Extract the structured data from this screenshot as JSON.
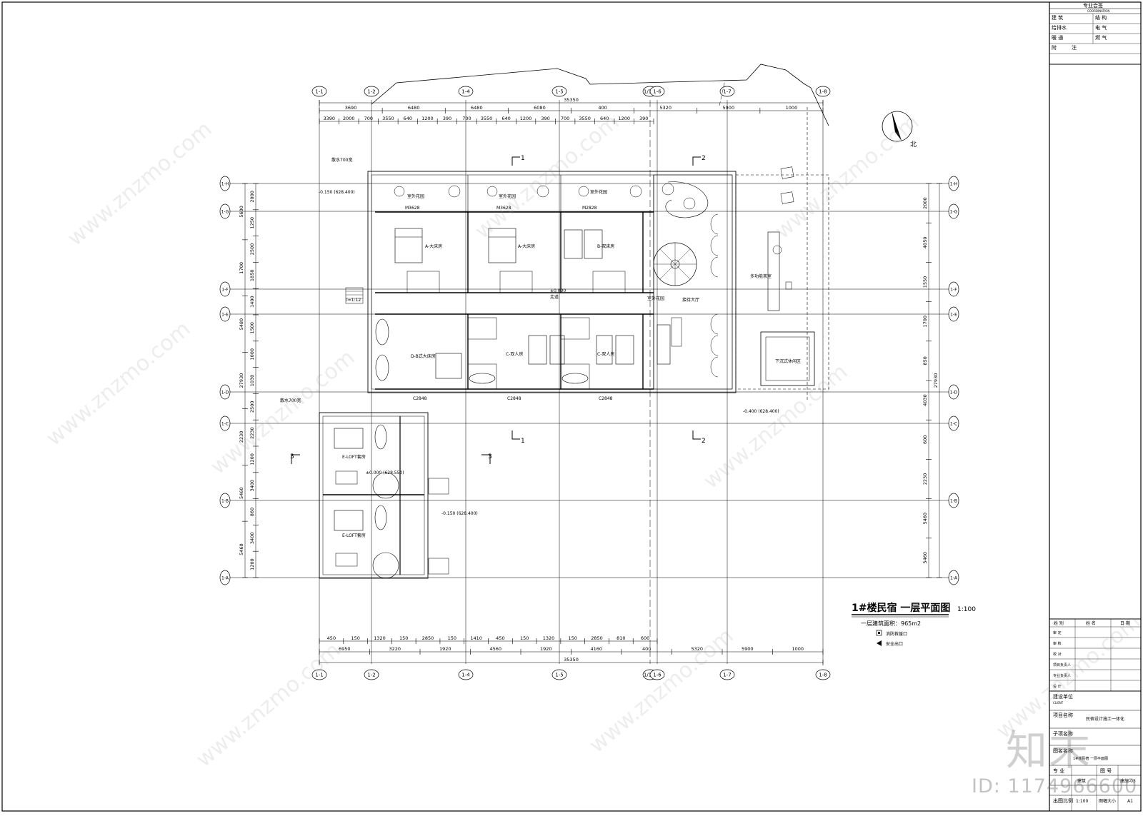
{
  "drawing": {
    "title": "1#楼民宿  一层平面图",
    "scale": "1:100",
    "area_label": "一层建筑面积：965m2",
    "legend": [
      {
        "icon": "fire-hydrant-icon",
        "label": "消防救援口"
      },
      {
        "icon": "exit-arrow-icon",
        "label": "安全出口"
      }
    ],
    "north_label": "北"
  },
  "axes": {
    "columns": [
      "1-1",
      "1-2",
      "1-4",
      "1-5",
      "1/1-6",
      "1-6",
      "1-7",
      "1-8"
    ],
    "rows": [
      "1-H",
      "1-G",
      "1-F",
      "1-E",
      "1-D",
      "1-C",
      "1-B",
      "1-A"
    ]
  },
  "dims": {
    "top_total": "35350",
    "top_row1": [
      "3690",
      "6480",
      "6480",
      "6080",
      "400",
      "5320",
      "5900",
      "1000"
    ],
    "top_row2": [
      "3390",
      "2000",
      "700",
      "3550",
      "640",
      "1200",
      "390",
      "700",
      "3550",
      "640",
      "1200",
      "390",
      "700",
      "3550",
      "640",
      "1200",
      "390"
    ],
    "bottom_total": "35350",
    "bottom_row1": [
      "6950",
      "3220",
      "1920",
      "4560",
      "1920",
      "4160",
      "400",
      "5320",
      "5900",
      "1000"
    ],
    "bottom_row2": [
      "450",
      "150",
      "1320",
      "150",
      "2850",
      "150",
      "1410",
      "450",
      "150",
      "1320",
      "150",
      "2850",
      "810",
      "600"
    ],
    "left": [
      "2000",
      "1250",
      "2500",
      "1850",
      "1400",
      "1500",
      "1000",
      "1030",
      "2500",
      "2230",
      "1200",
      "3400",
      "860",
      "3400",
      "1200"
    ],
    "left_outer": [
      "5600",
      "1700",
      "5480",
      "27930",
      "2230",
      "5460",
      "5460"
    ],
    "right": [
      "2000",
      "4050",
      "1550",
      "1700",
      "850",
      "4030",
      "600",
      "2230",
      "5460",
      "5460",
      "27930"
    ]
  },
  "rooms": [
    {
      "id": "a1",
      "label": "A-大床房"
    },
    {
      "id": "a2",
      "label": "A-大床房"
    },
    {
      "id": "b1",
      "label": "B-双床房"
    },
    {
      "id": "c1",
      "label": "C-双人房"
    },
    {
      "id": "c2",
      "label": "C-双人房"
    },
    {
      "id": "d1",
      "label": "D-B式大床房"
    },
    {
      "id": "e1",
      "label": "E-LOFT套房"
    },
    {
      "id": "e2",
      "label": "E-LOFT套房"
    },
    {
      "id": "lobby",
      "label": "接待大厅"
    },
    {
      "id": "multi",
      "label": "多功能茶室"
    },
    {
      "id": "sunken",
      "label": "下沉式休闲区"
    },
    {
      "id": "g1",
      "label": "室外花园"
    },
    {
      "id": "g2",
      "label": "室外花园"
    },
    {
      "id": "g3",
      "label": "室外花园"
    },
    {
      "id": "g4",
      "label": "室外花园"
    },
    {
      "id": "corridor",
      "label": "走道"
    }
  ],
  "annotations": {
    "eave1": "散水700宽",
    "eave2": "散水700宽",
    "elev1": "-0.150 (628.400)",
    "elev2": "±0.000",
    "elev3": "-0.150 (628.400)",
    "elev4": "-0.400 (628.400)",
    "elev5": "±0.000 (628.550)",
    "ramp": "i=1:12",
    "door_tag1": "M3628",
    "door_tag2": "M3628",
    "door_tag3": "M2828",
    "win_tag1": "C2848",
    "win_tag2": "C2848",
    "win_tag3": "C2848",
    "section1": "1",
    "section2": "2",
    "section3": "3"
  },
  "title_block": {
    "header": "专业会签",
    "header_en": "COORDINATION",
    "disciplines": [
      [
        "建 筑",
        "结 构"
      ],
      [
        "给排水",
        "电 气"
      ],
      [
        "暖 通",
        "燃 气"
      ],
      [
        "附",
        "注"
      ]
    ],
    "sign_header": [
      "姓 别",
      "姓 名",
      "日 期"
    ],
    "sign_rows": [
      "审 定",
      "审 核",
      "校 对",
      "项目负责人",
      "专业负责人",
      "设 计"
    ],
    "client_label": "建设单位",
    "client_label_en": "CLIENT",
    "project_label": "项目名称",
    "project_name": "民宿设计施工一体化",
    "subitem_label": "子项名称",
    "drawing_label": "图名名称",
    "drawing_name": "1#楼民宿  一层平面图",
    "discipline_label": "专 业",
    "discipline_value": "建筑",
    "drawing_no_label": "图 号",
    "drawing_no": "建施-03",
    "scale_label": "出图比例",
    "scale_value": "1:100",
    "size_label": "图幅大小",
    "size_value": "A1"
  },
  "watermarks": {
    "site": "www.znzmo.com",
    "logo": "知末",
    "id": "ID: 1174966600"
  }
}
